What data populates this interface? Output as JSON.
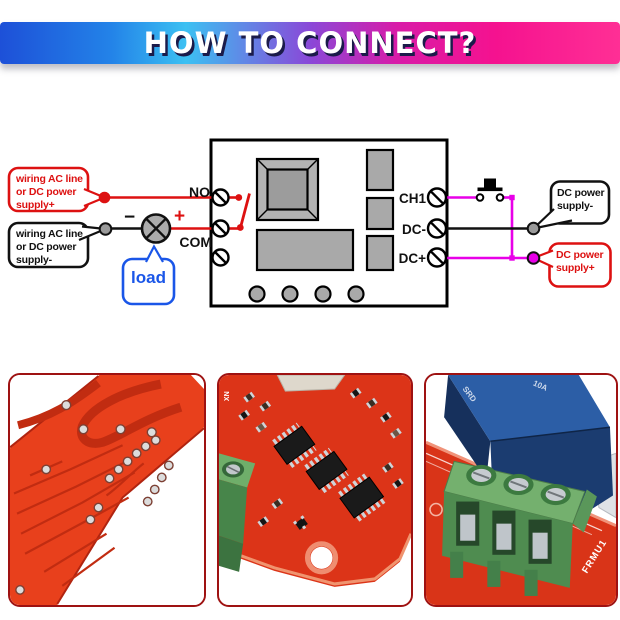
{
  "header": {
    "title": "HOW TO CONNECT?"
  },
  "diagram": {
    "module_labels": {
      "no": "NO",
      "com": "COM",
      "ch1": "CH1",
      "dc_minus": "DC-",
      "dc_plus": "DC+"
    },
    "polarity": {
      "minus": "−",
      "plus": "+"
    },
    "callouts": {
      "wiring_plus": {
        "lines": [
          "wiring AC line",
          "or DC power",
          "supply+"
        ]
      },
      "wiring_minus": {
        "lines": [
          "wiring AC line",
          "or DC power",
          "supply-"
        ]
      },
      "load_label": "load",
      "dc_supply_minus": {
        "lines": [
          "DC power",
          "supply-"
        ]
      },
      "dc_supply_plus": {
        "lines": [
          "DC power",
          "supply+"
        ]
      }
    },
    "colors": {
      "positive_wire": "#dd1111",
      "negative_wire": "#111111",
      "signal_wire": "#e800e8",
      "load_callout_blue": "#1a56e8",
      "component_gray": "#a9a9a9"
    }
  },
  "photos": {
    "pcb_front": {
      "silkscreen": "XN"
    },
    "terminal_relay": {
      "pcb_marking": "FRMU1",
      "relay_marking_top": "10A",
      "relay_marking_side": "SRD"
    }
  }
}
